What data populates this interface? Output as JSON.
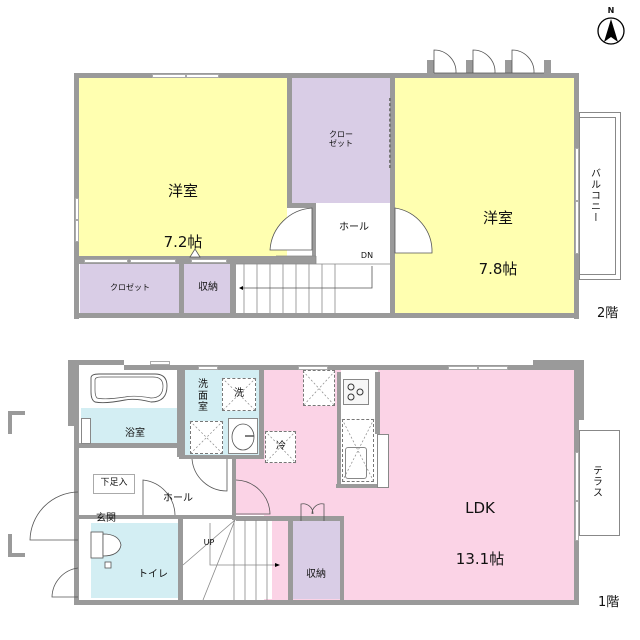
{
  "compass": {
    "label": "N"
  },
  "floor2": {
    "floor_label": "2階",
    "rooms": {
      "western_room_left": {
        "name": "洋室",
        "size": "7.2帖"
      },
      "western_room_right": {
        "name": "洋室",
        "size": "7.8帖"
      },
      "closet_top": {
        "name": "クロー\nゼット"
      },
      "closet_bottom": {
        "name": "クロゼット"
      },
      "storage": {
        "name": "収納"
      },
      "hall": {
        "name": "ホール"
      },
      "balcony": {
        "name": "バルコニー"
      }
    },
    "stairs_label": "DN"
  },
  "floor1": {
    "floor_label": "1階",
    "rooms": {
      "ldk": {
        "name": "LDK",
        "size": "13.1帖"
      },
      "bathroom": {
        "name": "浴室"
      },
      "washroom": {
        "name": "洗\n面\n室"
      },
      "washer": {
        "name": "洗"
      },
      "fridge": {
        "name": "冷"
      },
      "shoe_box": {
        "name": "下足入"
      },
      "entrance": {
        "name": "玄関"
      },
      "hall": {
        "name": "ホール"
      },
      "toilet": {
        "name": "トイレ"
      },
      "storage": {
        "name": "収納"
      },
      "terrace": {
        "name": "テラス"
      }
    },
    "stairs_label": "UP"
  },
  "colors": {
    "western_room": "#ffffb0",
    "closet": "#d9cde6",
    "ldk": "#fbd3e6",
    "wet_area": "#d3eef3",
    "wall": "#9a9a9a"
  }
}
